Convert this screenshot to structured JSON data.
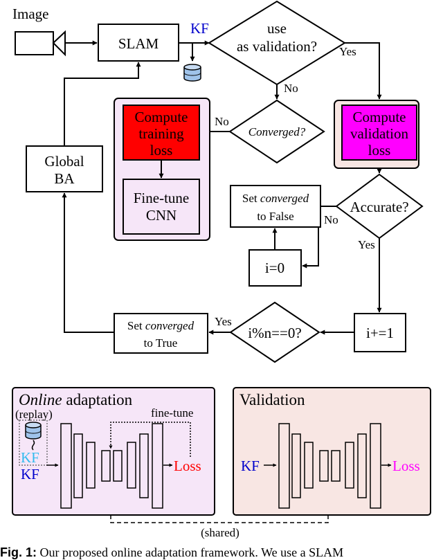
{
  "nodes": {
    "image_label": "Image",
    "slam": "SLAM",
    "kf_top": "KF",
    "use_validation": {
      "line1": "use",
      "line2": "as validation?"
    },
    "yes_top": "Yes",
    "no_top": "No",
    "converged_q": "Converged?",
    "no_converged": "No",
    "compute_training": {
      "line1": "Compute",
      "line2": "training",
      "line3": "loss"
    },
    "finetune_cnn": {
      "line1": "Fine-tune",
      "line2": "CNN"
    },
    "compute_validation": {
      "line1": "Compute",
      "line2": "validation",
      "line3": "loss"
    },
    "global_ba": {
      "line1": "Global",
      "line2": "BA"
    },
    "accurate_q": "Accurate?",
    "no_accurate": "No",
    "yes_accurate": "Yes",
    "set_false": {
      "prefix": "Set ",
      "word": "converged",
      "line2": "to False"
    },
    "i_zero": "i=0",
    "i_inc": "i+=1",
    "mod_q": "i%n==0?",
    "yes_mod": "Yes",
    "set_true": {
      "prefix": "Set ",
      "word": "converged",
      "line2": "to True"
    }
  },
  "panels": {
    "online": {
      "title_italic": "Online",
      "title_rest": " adaptation",
      "replay": "(replay)",
      "kf_replay": "KF",
      "kf": "KF",
      "loss": "Loss",
      "finetune": "fine-tune"
    },
    "validation": {
      "title": "Validation",
      "kf": "KF",
      "loss": "Loss"
    },
    "shared": "(shared)"
  },
  "caption": {
    "label": "Fig. 1:",
    "text": " Our proposed online adaptation framework. We use a SLAM"
  },
  "colors": {
    "training_loss": "#ff0000",
    "validation_loss": "#ff00ff",
    "cnn_panel": "#f6e6f8",
    "validation_panel": "#f8e6e3",
    "kf_blue": "#0000cc",
    "kf_cyan": "#33bbee",
    "loss_red": "#ff0000",
    "loss_magenta": "#ff00ff",
    "database_fill": "#9fc3ea"
  }
}
